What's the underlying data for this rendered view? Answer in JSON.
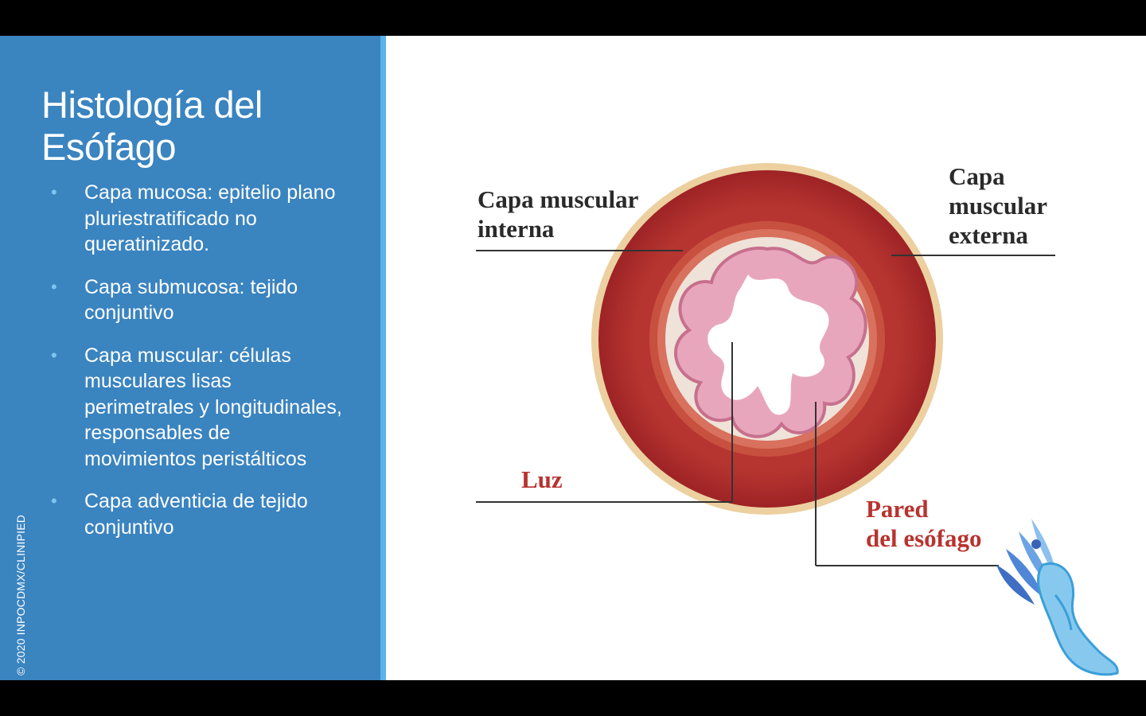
{
  "slide": {
    "title": "Histología del Esófago",
    "bullets": [
      "Capa mucosa: epitelio plano pluriestratificado no queratinizado.",
      "Capa submucosa: tejido conjuntivo",
      "Capa muscular: células musculares lisas perimetrales y longitudinales, responsables de movimientos peristálticos",
      "Capa adventicia de tejido conjuntivo"
    ],
    "bullet_symbol": "•",
    "copyright": "© 2020 INPOCDMX/CLINIPIED"
  },
  "diagram": {
    "labels": {
      "muscular_interna_line1": "Capa muscular",
      "muscular_interna_line2": "interna",
      "muscular_externa_line1": "Capa",
      "muscular_externa_line2": "muscular",
      "muscular_externa_line3": "externa",
      "luz": "Luz",
      "pared_line1": "Pared",
      "pared_line2": "del esófago"
    }
  },
  "colors": {
    "panel_blue": "#3a84c0",
    "accent_blue": "#5db2ea",
    "muscle_dark_red": "#a8272a",
    "muscle_mid_red": "#c84a3e",
    "submucosa_pink": "#efe2d8",
    "mucosa_pink": "#e8a6bc",
    "adventitia_beige": "#ecd0a0"
  }
}
